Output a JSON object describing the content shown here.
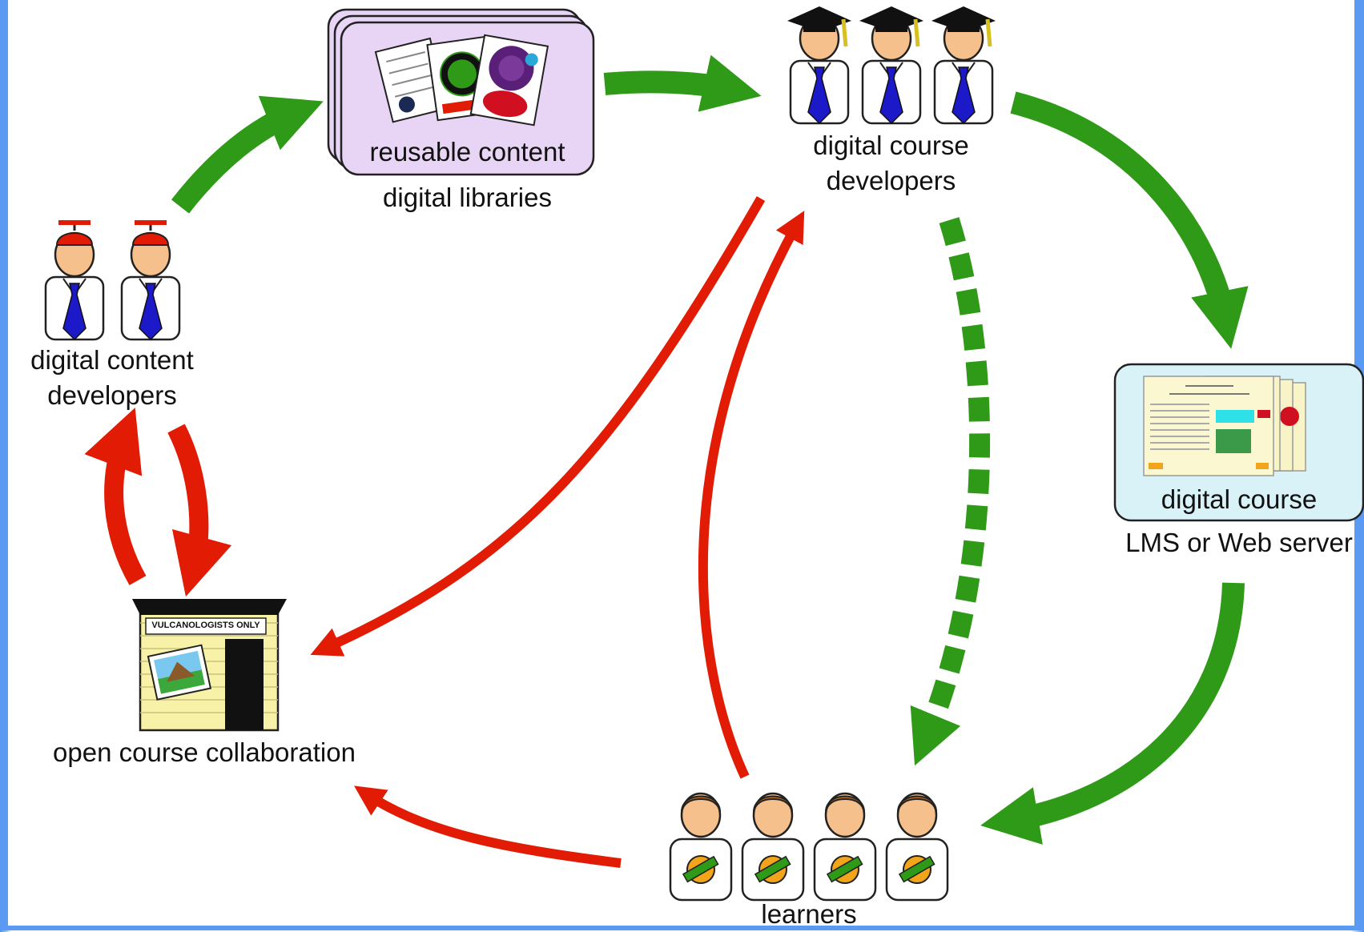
{
  "nodes": {
    "digital_libraries": {
      "title": "reusable content",
      "caption": "digital libraries"
    },
    "course_developers": {
      "caption_line1": "digital course",
      "caption_line2": "developers"
    },
    "content_developers": {
      "caption_line1": "digital content",
      "caption_line2": "developers"
    },
    "digital_course": {
      "title": "digital course",
      "caption": "LMS or Web server"
    },
    "collaboration": {
      "sign": "VULCANOLOGISTS ONLY",
      "caption": "open course collaboration"
    },
    "learners": {
      "caption": "learners"
    }
  },
  "colors": {
    "green_arrow": "#2f9a17",
    "red_arrow": "#e21b05",
    "library_card": "#e8d4f5",
    "course_card": "#d9f2f7",
    "tie": "#1b19c8",
    "skin": "#f6c08c",
    "hat": "#111111",
    "propeller": "#e21b05",
    "hair": "#b06a2a",
    "badge": "#f2a51a",
    "shed": "#f8f2a8"
  },
  "icons": [
    "graduation-cap-icon",
    "propeller-cap-icon",
    "person-with-tie-icon",
    "learner-badge-icon",
    "shed-icon",
    "thumbnail-stack-icon"
  ]
}
